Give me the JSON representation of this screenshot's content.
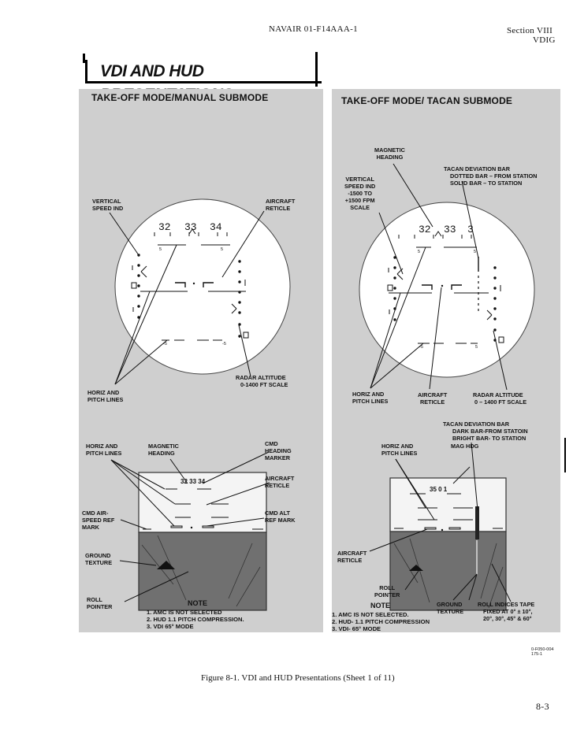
{
  "header": {
    "doc_id": "NAVAIR 01-F14AAA-1",
    "section": "Section VIII",
    "subsection": "VDIG"
  },
  "figure_title": "VDI AND HUD PRESENTATIONS",
  "left_panel": {
    "title": "TAKE-OFF MODE/MANUAL SUBMODE",
    "vdi": {
      "heading_scale": [
        "32",
        "33",
        "34"
      ],
      "pitch_marks": [
        "5",
        "5",
        "-5",
        "-5"
      ],
      "labels": {
        "vsi": [
          "VERTICAL",
          "SPEED IND"
        ],
        "reticle": [
          "AIRCRAFT",
          "RETICLE"
        ],
        "radar_alt": [
          "RADAR ALTITUDE",
          "0-1400 FT SCALE"
        ],
        "horiz": [
          "HORIZ AND",
          "PITCH LINES"
        ]
      }
    },
    "hud": {
      "heading_readout": "32 33 34",
      "labels": {
        "horiz": [
          "HORIZ AND",
          "PITCH LINES"
        ],
        "mag_heading": [
          "MAGNETIC",
          "HEADING"
        ],
        "cmd_heading": [
          "CMD",
          "HEADING",
          "MARKER"
        ],
        "reticle": [
          "AIRCRAFT",
          "RETICLE"
        ],
        "cmd_airspeed": [
          "CMD AIR-",
          "SPEED REF",
          "MARK"
        ],
        "cmd_alt": [
          "CMD ALT",
          "REF MARK"
        ],
        "ground": [
          "GROUND",
          "TEXTURE"
        ],
        "roll": [
          "ROLL",
          "POINTER"
        ]
      }
    },
    "note": {
      "title": "NOTE",
      "items": [
        "1. AMC IS NOT SELECTED",
        "2. HUD 1.1 PITCH COMPRESSION.",
        "3. VDI 65° MODE"
      ]
    }
  },
  "right_panel": {
    "title": "TAKE-OFF MODE/ TACAN SUBMODE",
    "vdi": {
      "heading_scale": [
        "32",
        "33",
        "3"
      ],
      "pitch_marks": [
        "5",
        "5",
        "-5",
        "5"
      ],
      "labels": {
        "mag_heading": [
          "MAGNETIC",
          "HEADING"
        ],
        "tacan": [
          "TACAN DEVIATION BAR",
          "DOTTED BAR – FROM STATION",
          "SOLID BAR – TO STATION"
        ],
        "vsi": [
          "VERTICAL",
          "SPEED IND",
          "-1500 TO",
          "+1500 FPM",
          "SCALE"
        ],
        "horiz": [
          "HORIZ AND",
          "PITCH LINES"
        ],
        "reticle": [
          "AIRCRAFT",
          "RETICLE"
        ],
        "radar_alt": [
          "RADAR ALTITUDE",
          "0 – 1400 FT SCALE"
        ]
      }
    },
    "hud": {
      "heading_readout": "35 0 1",
      "labels": {
        "tacan": [
          "TACAN DEVIATION BAR",
          "DARK BAR-FROM STATOIN",
          "BRIGHT BAR- TO STATION"
        ],
        "horiz": [
          "HORIZ AND",
          "PITCH LINES"
        ],
        "mag_hdg": "MAG HDG",
        "reticle": [
          "AIRCRAFT",
          "RETICLE"
        ],
        "roll": [
          "ROLL",
          "POINTER"
        ],
        "ground": [
          "GROUND",
          "TEXTURE"
        ],
        "roll_tape": [
          "ROLL INDICES TAPE",
          "FIXED AT 0° ± 10°,",
          "20°, 30°, 45° & 60°"
        ]
      }
    },
    "note": {
      "title": "NOTE",
      "items": [
        "1. AMC IS NOT SELECTED.",
        "2. HUD- 1.1 PITCH COMPRESSION",
        "3. VDI- 65° MODE"
      ]
    }
  },
  "ref_code": [
    "0-F050-004",
    "175-1"
  ],
  "caption": "Figure 8-1.  VDI and HUD Presentations (Sheet 1 of 11)",
  "page_number": "8-3"
}
